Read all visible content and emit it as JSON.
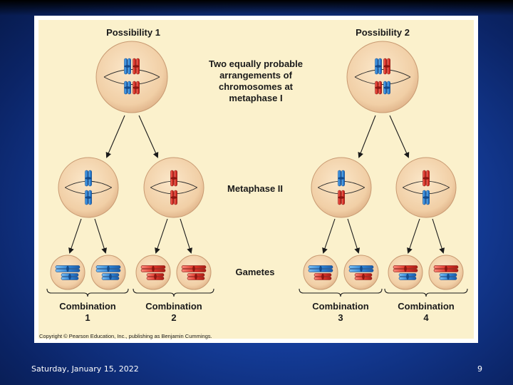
{
  "slide": {
    "date": "Saturday, January 15, 2022",
    "page_number": "9"
  },
  "diagram": {
    "possibility_1": "Possibility 1",
    "possibility_2": "Possibility 2",
    "center_lines": [
      "Two equally probable",
      "arrangements of",
      "chromosomes at",
      "metaphase I"
    ],
    "metaphase_ii": "Metaphase II",
    "gametes": "Gametes",
    "combinations": [
      {
        "label": "Combination",
        "number": "1"
      },
      {
        "label": "Combination",
        "number": "2"
      },
      {
        "label": "Combination",
        "number": "3"
      },
      {
        "label": "Combination",
        "number": "4"
      }
    ],
    "copyright": "Copyright © Pearson Education, Inc., publishing as Benjamin Cummings."
  },
  "colors": {
    "blue_chromosome": "#2f86d8",
    "red_chromosome": "#e0342a",
    "cell_fill": "#f3d2a9",
    "panel": "#fbf1cc"
  }
}
